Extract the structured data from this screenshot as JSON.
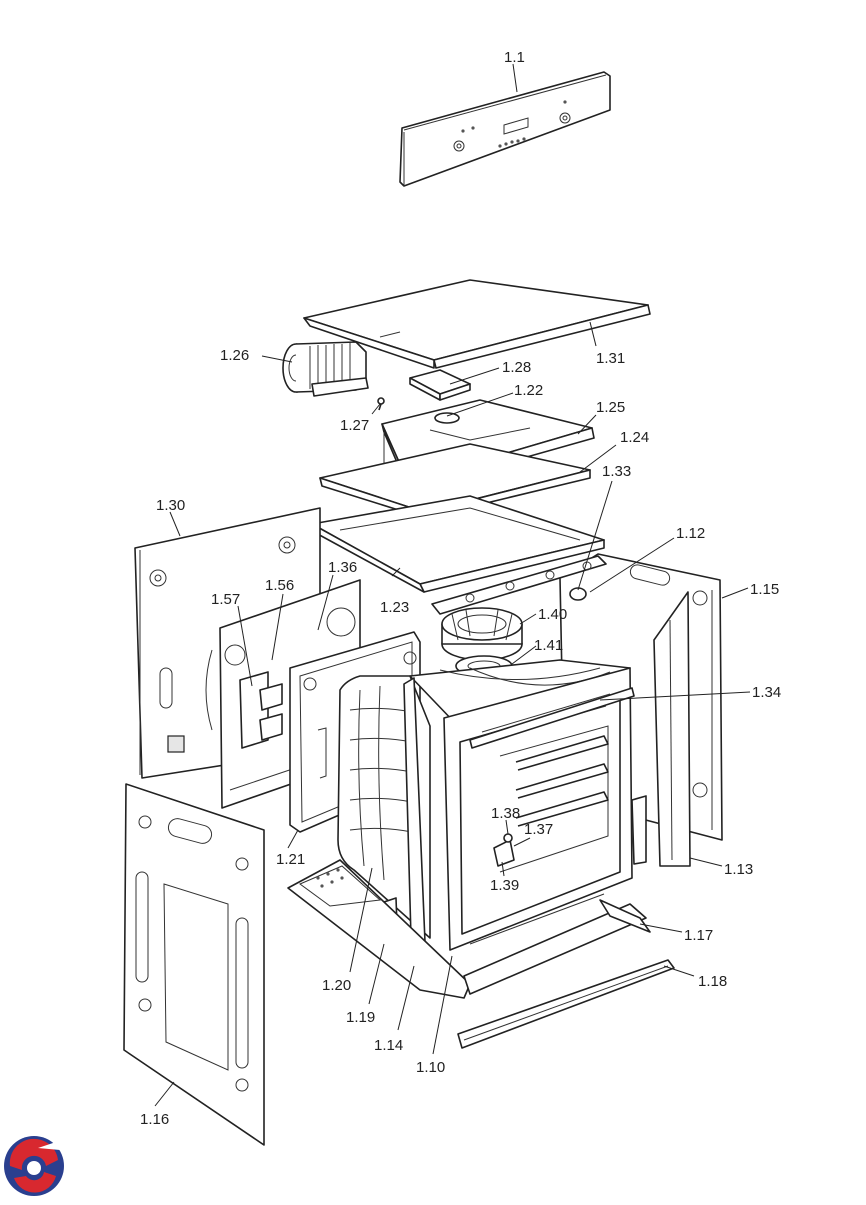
{
  "labels": {
    "l1_1": "1.1",
    "l1_26": "1.26",
    "l1_28": "1.28",
    "l1_31": "1.31",
    "l1_22": "1.22",
    "l1_27": "1.27",
    "l1_25": "1.25",
    "l1_24": "1.24",
    "l1_33": "1.33",
    "l1_30": "1.30",
    "l1_12": "1.12",
    "l1_15": "1.15",
    "l1_36": "1.36",
    "l1_23": "1.23",
    "l1_56": "1.56",
    "l1_57": "1.57",
    "l1_40": "1.40",
    "l1_41": "1.41",
    "l1_34": "1.34",
    "l1_38": "1.38",
    "l1_37": "1.37",
    "l1_39": "1.39",
    "l1_21": "1.21",
    "l1_13": "1.13",
    "l1_17": "1.17",
    "l1_18": "1.18",
    "l1_20": "1.20",
    "l1_19": "1.19",
    "l1_14": "1.14",
    "l1_10": "1.10",
    "l1_16": "1.16"
  },
  "logo": {
    "colors": {
      "blue": "#2a3f8f",
      "red": "#d8282f"
    }
  }
}
